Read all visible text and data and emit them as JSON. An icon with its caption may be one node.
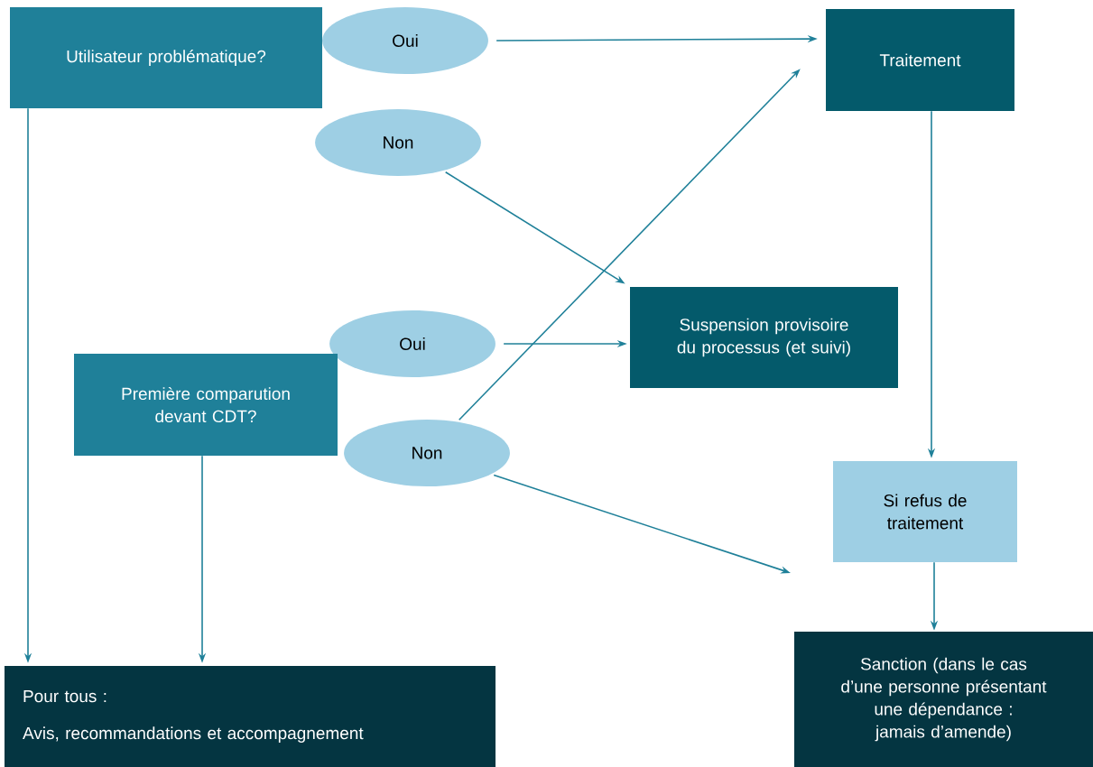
{
  "diagram": {
    "nodes": [
      {
        "text": [
          "Utilisateur problématique?"
        ]
      },
      {
        "text": [
          "Oui"
        ]
      },
      {
        "text": [
          "Traitement"
        ]
      },
      {
        "text": [
          "Non"
        ]
      },
      {
        "text": [
          "Suspension provisoire du processus (et suivi)"
        ]
      },
      {
        "text": [
          "Oui"
        ]
      },
      {
        "text": [
          "Première comparution devant CDT?"
        ]
      },
      {
        "text": [
          "Non"
        ]
      },
      {
        "text": [
          "Si refus de traitement"
        ]
      },
      {
        "text": [
          "Pour tous :",
          "Avis, recommandations et accompagnement"
        ]
      },
      {
        "text": [
          "Sanction (dans le cas d’une personne présentant une dépendance : jamais d’amende)"
        ]
      }
    ],
    "edges": [
      {
        "from": 1,
        "to": 2,
        "arrow": "to"
      },
      {
        "from": 3,
        "to": 4,
        "arrow": "to"
      },
      {
        "from": 7,
        "to": 2,
        "arrow": "to"
      },
      {
        "from": 5,
        "to": 4,
        "arrow": "to"
      },
      {
        "from": 7,
        "to": null,
        "arrow": "to"
      },
      {
        "from": 2,
        "to": 8,
        "arrow": "to"
      },
      {
        "from": 8,
        "to": 10,
        "arrow": "to"
      },
      {
        "from": 0,
        "to": 9,
        "arrow": "to"
      },
      {
        "from": 6,
        "to": 9,
        "arrow": "to"
      }
    ]
  }
}
